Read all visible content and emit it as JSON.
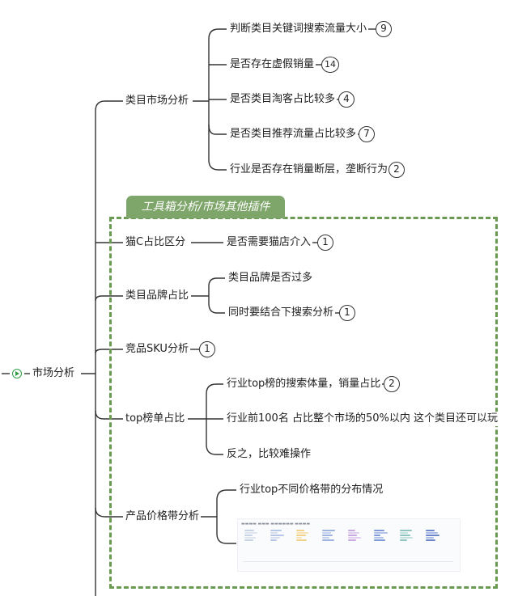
{
  "root": {
    "label": "市场分析"
  },
  "banner": {
    "label": "工具箱分析/市场其他插件"
  },
  "branches": {
    "category_market": {
      "label": "类目市场分析",
      "children": [
        {
          "label": "判断类目关键词搜索流量大小",
          "count": "9"
        },
        {
          "label": "是否存在虚假销量",
          "count": "14"
        },
        {
          "label": "是否类目淘客占比较多",
          "count": "4"
        },
        {
          "label": "是否类目推荐流量占比较多",
          "count": "7"
        },
        {
          "label": "行业是否存在销量断层，垄断行为",
          "count": "2"
        }
      ]
    },
    "tmall_ratio": {
      "label": "猫C占比区分",
      "children": [
        {
          "label": "是否需要猫店介入",
          "count": "1"
        }
      ]
    },
    "brand_ratio": {
      "label": "类目品牌占比",
      "children": [
        {
          "label": "类目品牌是否过多"
        },
        {
          "label": "同时要结合下搜索分析",
          "count": "1"
        }
      ]
    },
    "competitor_sku": {
      "label": "竞品SKU分析",
      "count": "1"
    },
    "top_list": {
      "label": "top榜单占比",
      "children": [
        {
          "label": "行业top榜的搜索体量，销量占比",
          "count": "2"
        },
        {
          "label": "行业前100名 占比整个市场的50%以内  这个类目还可以玩"
        },
        {
          "label": "反之，比较难操作"
        }
      ]
    },
    "price_band": {
      "label": "产品价格带分析",
      "children": [
        {
          "label": "行业top不同价格带的分布情况"
        }
      ]
    }
  },
  "colors": {
    "line": "#333333",
    "dash_border": "#6a9a52",
    "banner_bg": "#7ea56a",
    "root_icon": "#2f9e44"
  },
  "icons": {
    "root": "play-circle-icon"
  }
}
